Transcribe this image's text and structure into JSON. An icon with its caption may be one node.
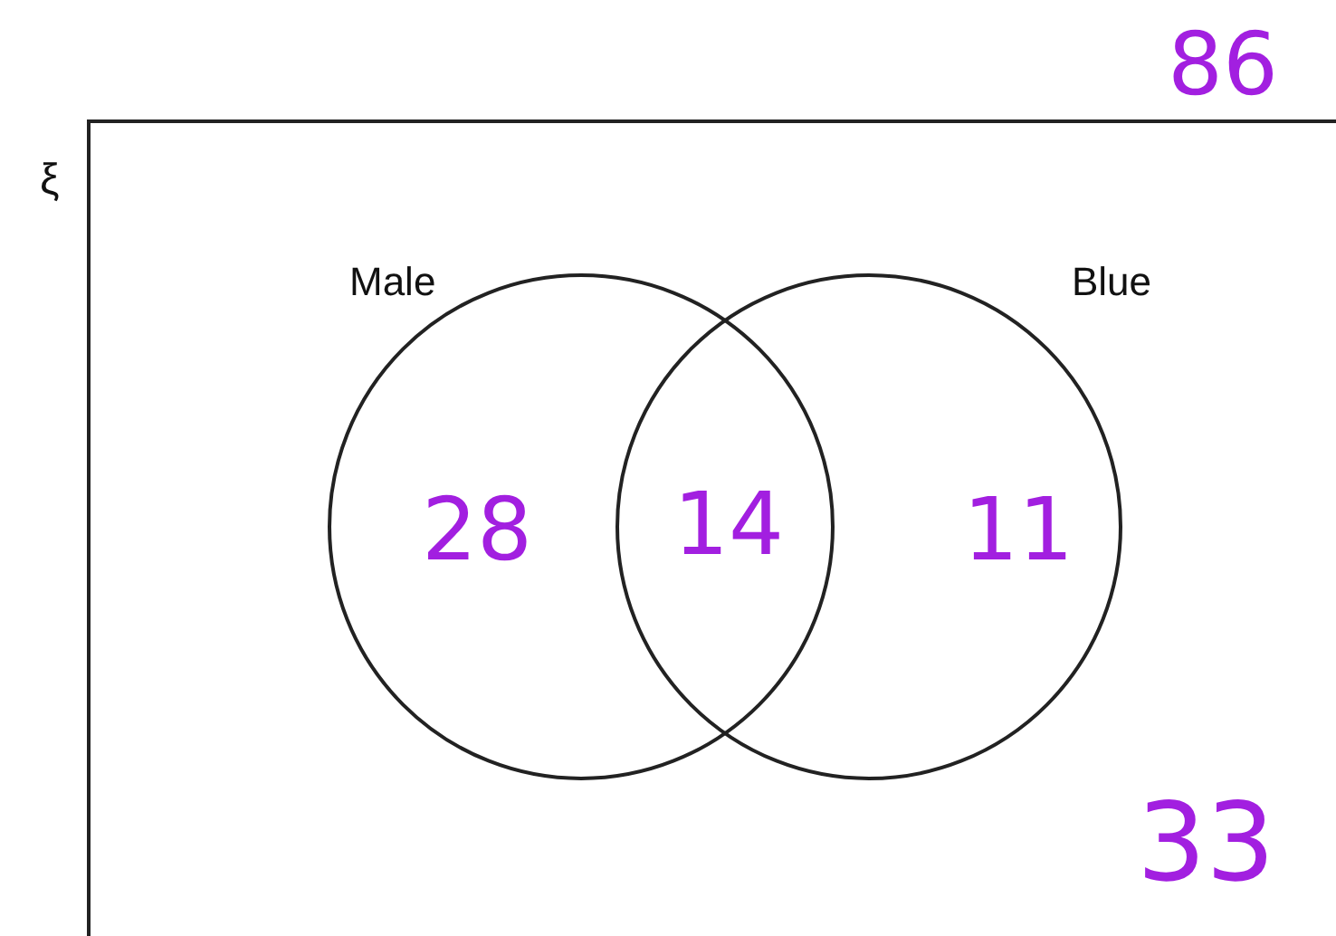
{
  "diagram": {
    "nodes": [
      {
        "text": [
          "ξ",
          "33"
        ],
        "beside": [
          "86"
        ]
      },
      {
        "text": [
          "Male",
          "28"
        ],
        "in": 0
      },
      {
        "text": [
          "Blue",
          "11"
        ],
        "in": 0
      }
    ],
    "labels": [
      "14"
    ]
  }
}
